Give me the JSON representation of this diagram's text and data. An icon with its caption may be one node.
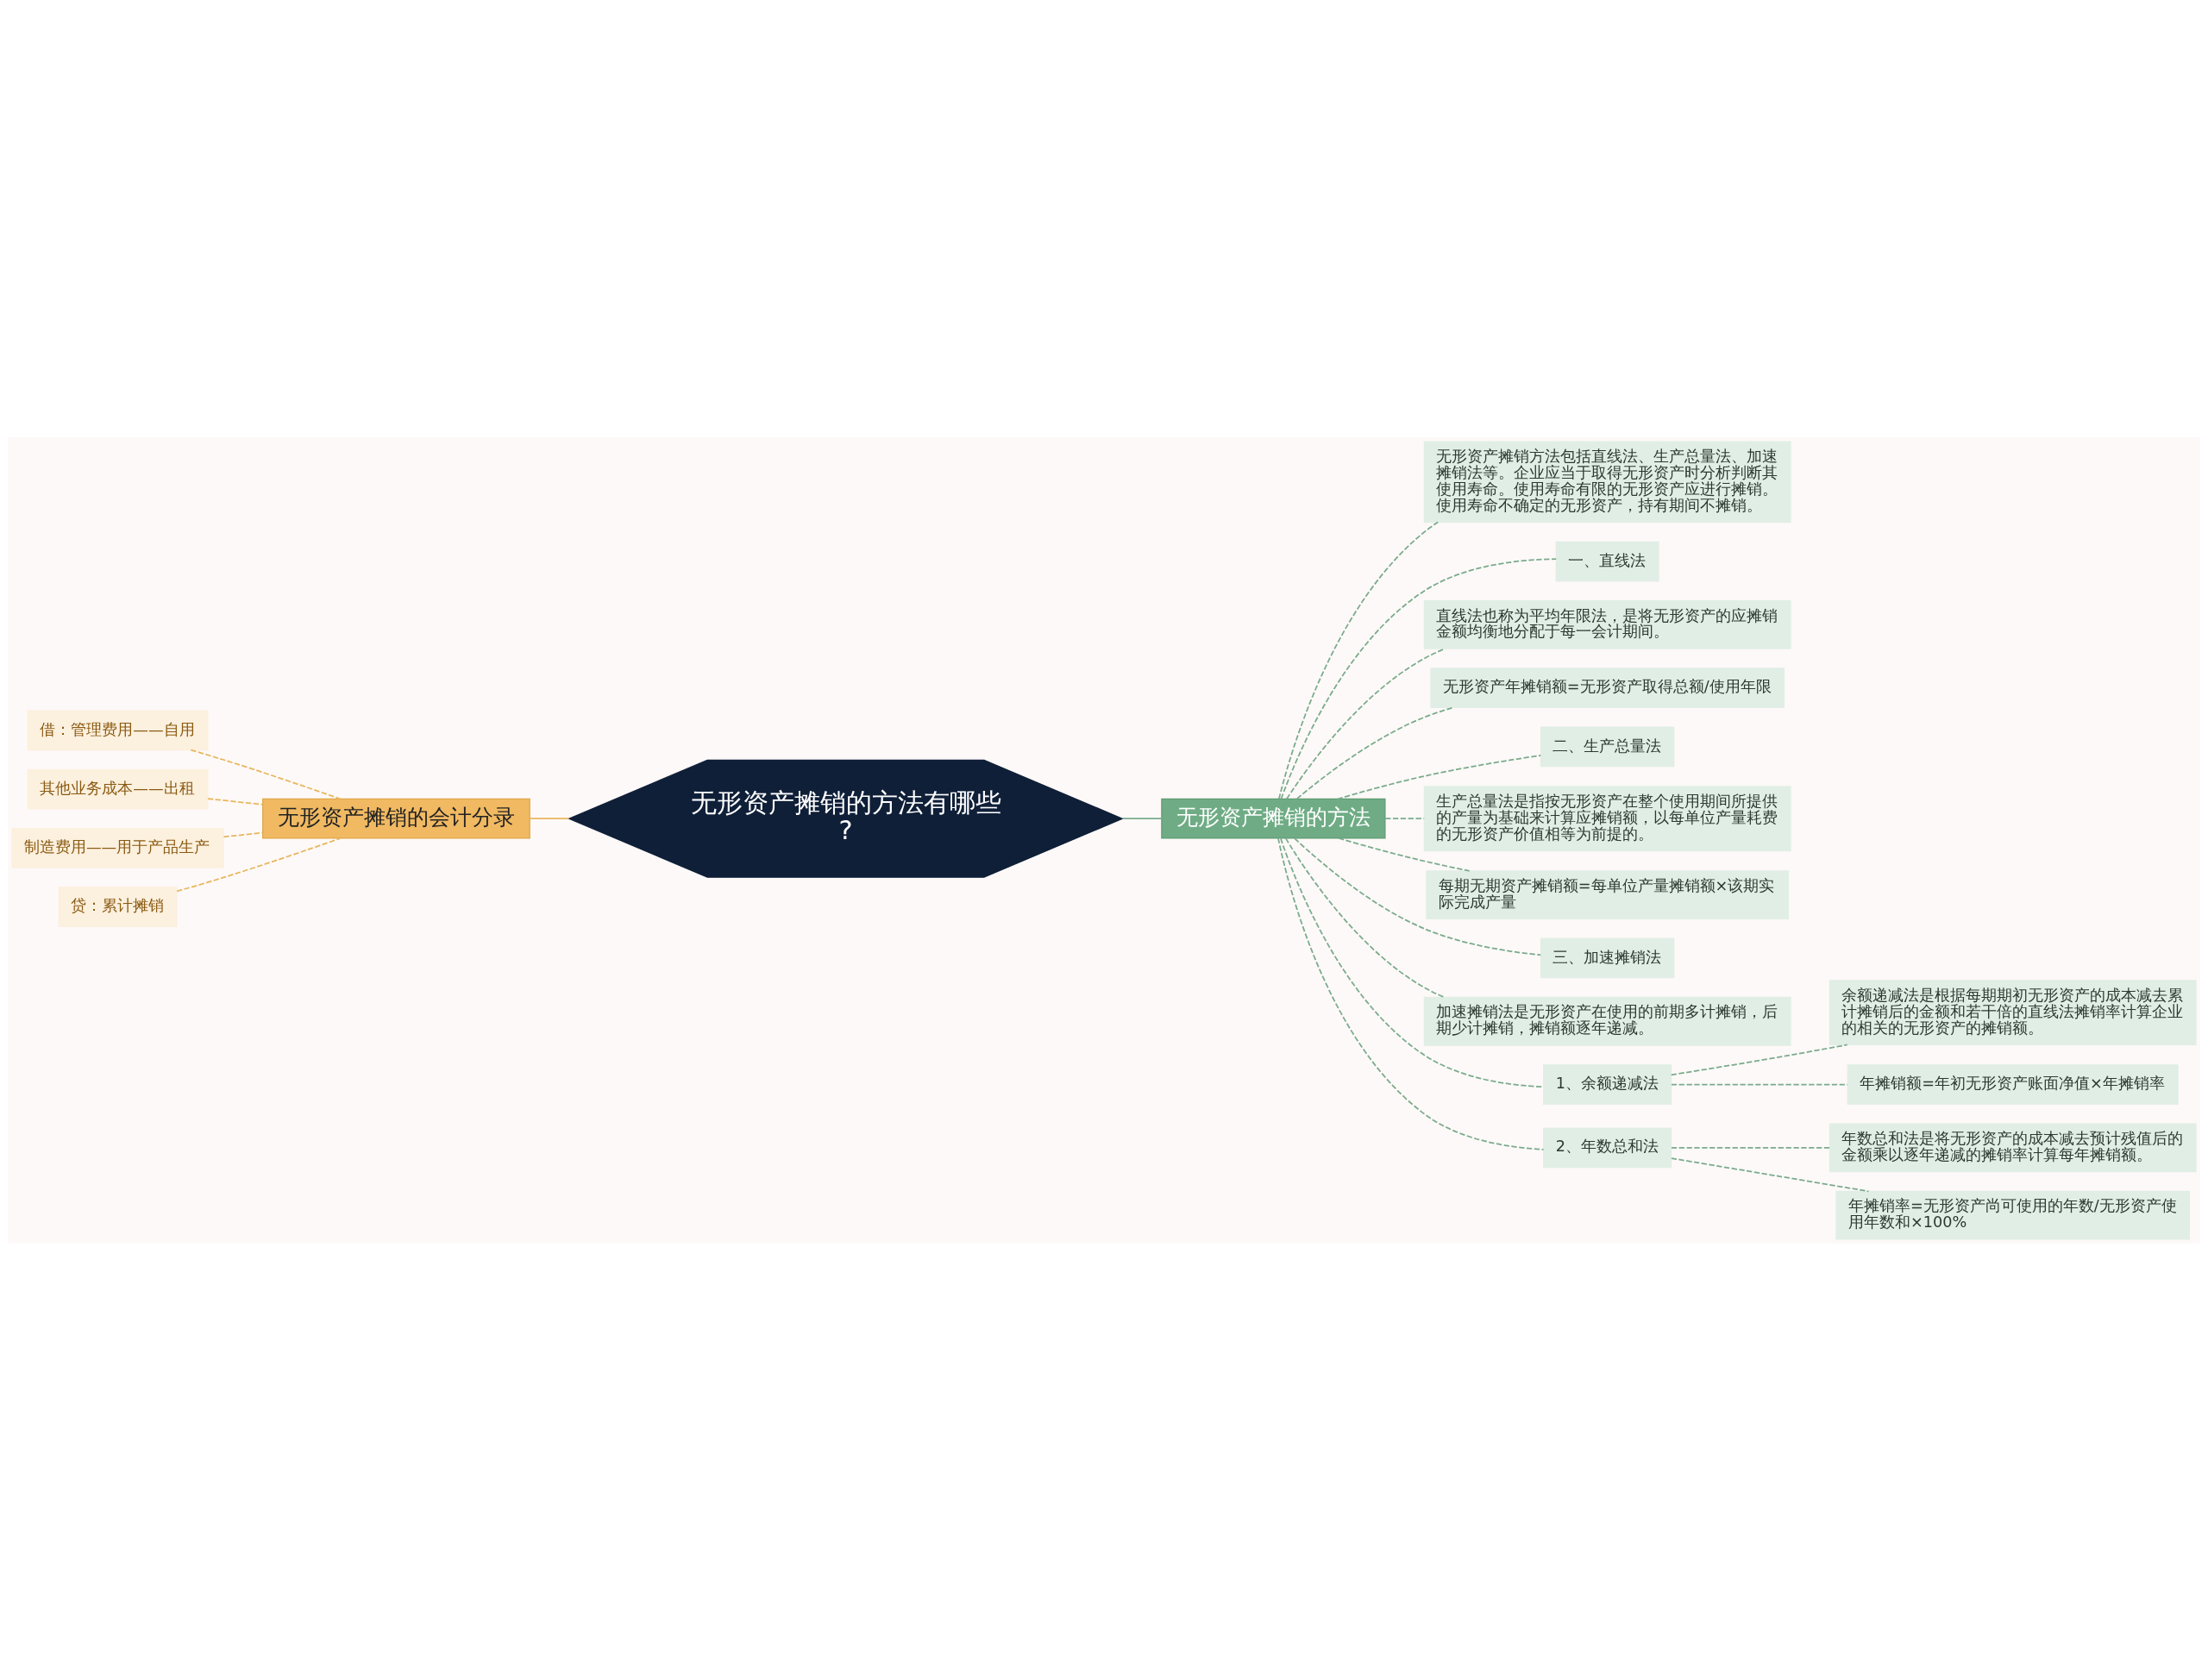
{
  "diagram": {
    "nodes": [
      {
        "text": [
          "无形资产摊销的方法有哪些?"
        ]
      },
      {
        "text": [
          "无形资产摊销的会计分录"
        ]
      },
      {
        "text": [
          "借：管理费用——自用"
        ]
      },
      {
        "text": [
          "其他业务成本——出租"
        ]
      },
      {
        "text": [
          "制造费用——用于产品生产"
        ]
      },
      {
        "text": [
          "贷：累计摊销"
        ]
      },
      {
        "text": [
          "无形资产摊销的方法"
        ]
      },
      {
        "text": [
          "无形资产摊销方法包括直线法、生产总量法、加速摊销法等。企业应当于取得无形资产时分析判断其使用寿命。使用寿命有限的无形资产应进行摊销。使用寿命不确定的无形资产，持有期间不摊销。"
        ]
      },
      {
        "text": [
          "一、直线法"
        ]
      },
      {
        "text": [
          "直线法也称为平均年限法，是将无形资产的应摊销金额均衡地分配于每一会计期间。"
        ]
      },
      {
        "text": [
          "无形资产年摊销额=无形资产取得总额/使用年限"
        ]
      },
      {
        "text": [
          "二、生产总量法"
        ]
      },
      {
        "text": [
          "生产总量法是指按无形资产在整个使用期间所提供的产量为基础来计算应摊销额，以每单位产量耗费的无形资产价值相等为前提的。"
        ]
      },
      {
        "text": [
          "每期无期资产摊销额=每单位产量摊销额×该期实际完成产量"
        ]
      },
      {
        "text": [
          "三、加速摊销法"
        ]
      },
      {
        "text": [
          "加速摊销法是无形资产在使用的前期多计摊销，后期少计摊销，摊销额逐年递减。"
        ]
      },
      {
        "text": [
          "1、余额递减法"
        ]
      },
      {
        "text": [
          "余额递减法是根据每期期初无形资产的成本减去累计摊销后的金额和若干倍的直线法摊销率计算企业的相关的无形资产的摊销额。"
        ]
      },
      {
        "text": [
          "年摊销额=年初无形资产账面净值×年摊销率"
        ]
      },
      {
        "text": [
          "2、年数总和法"
        ]
      },
      {
        "text": [
          "年数总和法是将无形资产的成本减去预计残值后的金额乘以逐年递减的摊销率计算每年摊销额。"
        ]
      },
      {
        "text": [
          "年摊销率=无形资产尚可使用的年数/无形资产使用年数和×100%"
        ]
      }
    ],
    "edges": [
      {
        "from": 0,
        "to": 1,
        "arrow": "none",
        "color": "#e8b65c"
      },
      {
        "from": 1,
        "to": 2,
        "arrow": "none",
        "style": "dashed",
        "color": "#e8b65c"
      },
      {
        "from": 1,
        "to": 3,
        "arrow": "none",
        "style": "dashed",
        "color": "#e8b65c"
      },
      {
        "from": 1,
        "to": 4,
        "arrow": "none",
        "style": "dashed",
        "color": "#e8b65c"
      },
      {
        "from": 1,
        "to": 5,
        "arrow": "none",
        "style": "dashed",
        "color": "#e8b65c"
      },
      {
        "from": 0,
        "to": 6,
        "arrow": "none"
      },
      {
        "from": 6,
        "to": 7,
        "arrow": "none",
        "style": "dashed"
      },
      {
        "from": 6,
        "to": 8,
        "arrow": "none",
        "style": "dashed"
      },
      {
        "from": 6,
        "to": 9,
        "arrow": "none",
        "style": "dashed"
      },
      {
        "from": 6,
        "to": 10,
        "arrow": "none",
        "style": "dashed"
      },
      {
        "from": 6,
        "to": 11,
        "arrow": "none",
        "style": "dashed"
      },
      {
        "from": 6,
        "to": 12,
        "arrow": "none",
        "style": "dashed"
      },
      {
        "from": 6,
        "to": 13,
        "arrow": "none",
        "style": "dashed"
      },
      {
        "from": 6,
        "to": 14,
        "arrow": "none",
        "style": "dashed"
      },
      {
        "from": 6,
        "to": 15,
        "arrow": "none",
        "style": "dashed"
      },
      {
        "from": 6,
        "to": 16,
        "arrow": "none",
        "style": "dashed"
      },
      {
        "from": 6,
        "to": 19,
        "arrow": "none",
        "style": "dashed"
      },
      {
        "from": 16,
        "to": 17,
        "arrow": "none",
        "style": "dashed"
      },
      {
        "from": 16,
        "to": 18,
        "arrow": "none",
        "style": "dashed"
      },
      {
        "from": 19,
        "to": 20,
        "arrow": "none",
        "style": "dashed"
      },
      {
        "from": 19,
        "to": 21,
        "arrow": "none",
        "style": "dashed"
      }
    ]
  }
}
